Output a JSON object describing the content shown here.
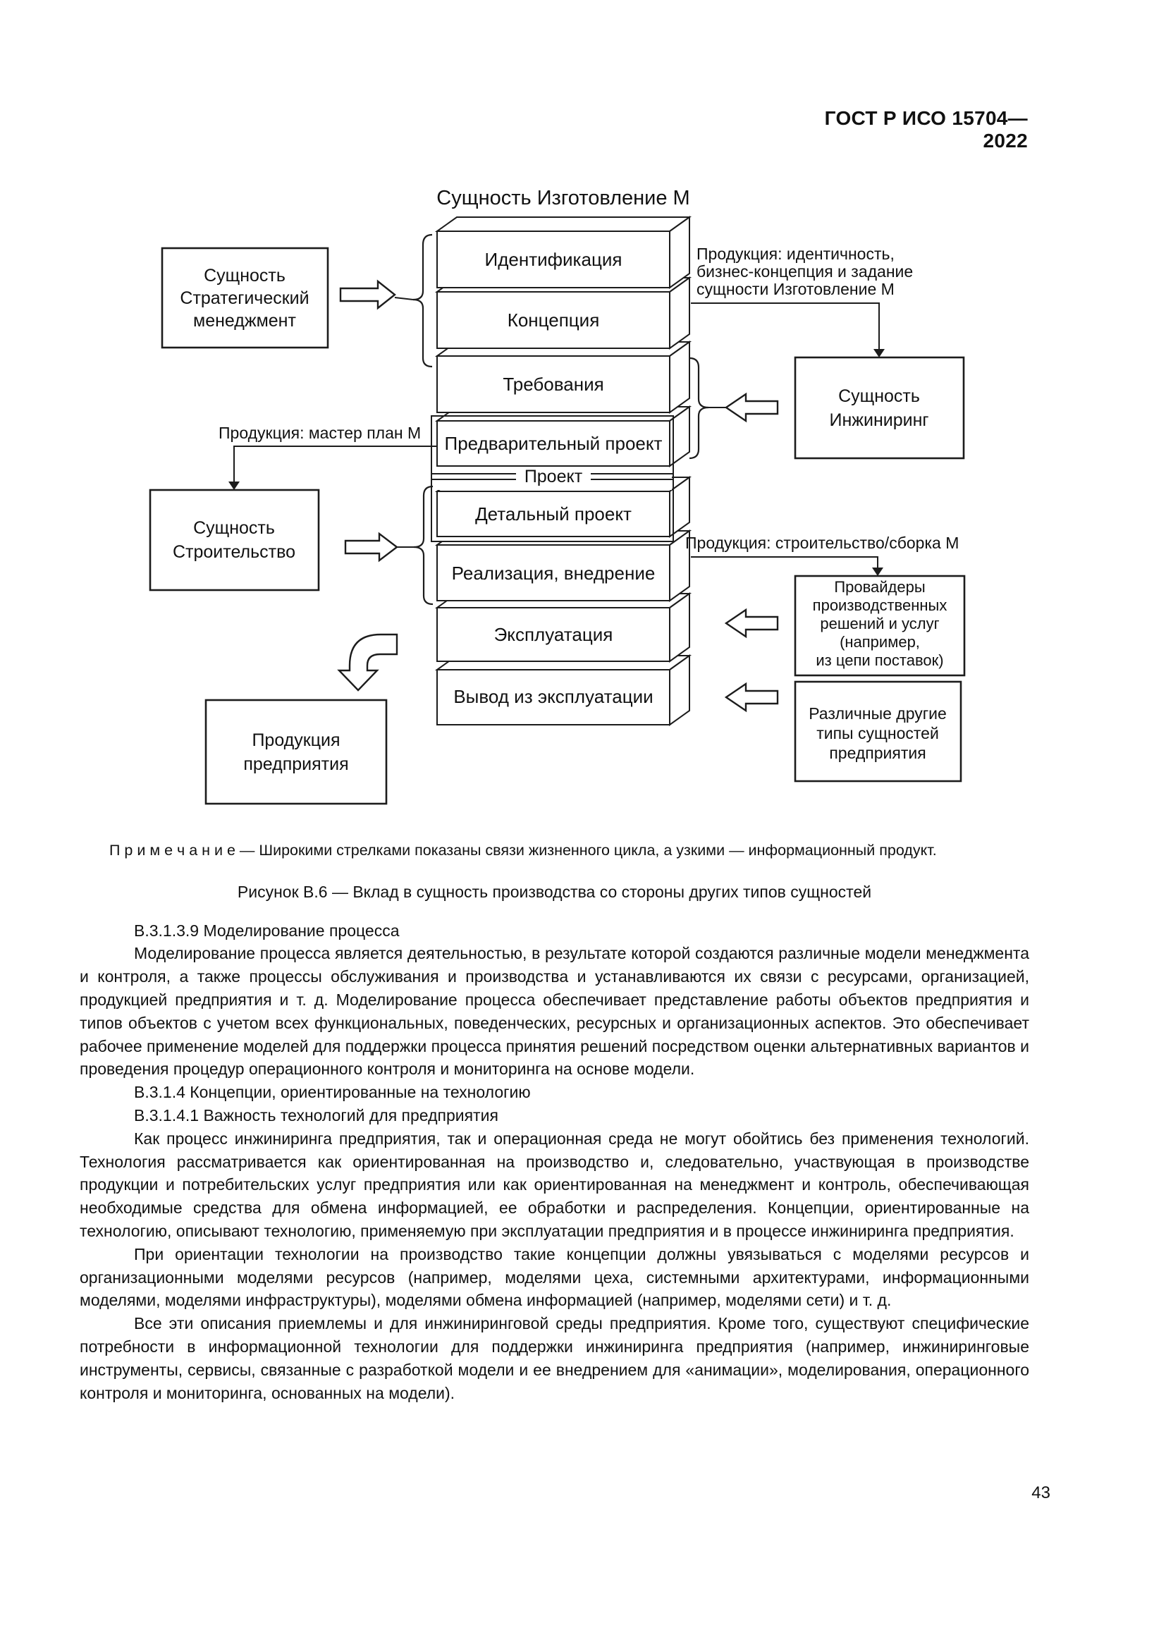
{
  "page": {
    "header": "ГОСТ Р ИСО 15704—2022",
    "page_number": "43"
  },
  "figure": {
    "title": "Сущность Изготовление М",
    "stack": [
      {
        "label": "Идентификация"
      },
      {
        "label": "Концепция"
      },
      {
        "label": "Требования"
      },
      {
        "label": "Предварительный проект"
      },
      {
        "label": "Детальный проект"
      },
      {
        "label": "Реализация, внедрение"
      },
      {
        "label": "Эксплуатация"
      },
      {
        "label": "Вывод из эксплуатации"
      }
    ],
    "project_label": "Проект",
    "left_boxes": {
      "strategic": {
        "line1": "Сущность",
        "line2": "Стратегический",
        "line3": "менеджмент"
      },
      "construction": {
        "line1": "Сущность",
        "line2": "Строительство"
      },
      "products": {
        "line1": "Продукция",
        "line2": "предприятия"
      }
    },
    "right_boxes": {
      "engineering": {
        "line1": "Сущность",
        "line2": "Инжиниринг"
      },
      "providers": {
        "line1": "Провайдеры",
        "line2": "производственных",
        "line3": "решений и услуг",
        "line4": "(например,",
        "line5": "из цепи поставок)"
      },
      "others": {
        "line1": "Различные другие",
        "line2": "типы сущностей",
        "line3": "предприятия"
      }
    },
    "annotations": {
      "identity_line1": "Продукция: идентичность,",
      "identity_line2": "бизнес-концепция и задание",
      "identity_line3": "сущности Изготовление М",
      "master_plan": "Продукция: мастер план М",
      "assembly": "Продукция: строительство/сборка М"
    }
  },
  "note": "П р и м е ч а н и е  — Широкими стрелками показаны связи жизненного цикла, а узкими — информационный продукт.",
  "caption": "Рисунок В.6 — Вклад в сущность производства со стороны других типов сущностей",
  "sections": [
    {
      "text": "В.3.1.3.9 Моделирование процесса"
    },
    {
      "text": "Моделирование процесса является деятельностью, в результате которой создаются различные модели менеджмента и контроля, а также процессы обслуживания и производства и устанавливаются их связи с ресурсами, организацией, продукцией предприятия и т. д. Моделирование процесса обеспечивает представление работы объектов предприятия и типов объектов с учетом всех функциональных, поведенческих, ресурсных и организационных аспектов. Это обеспечивает рабочее применение моделей для поддержки процесса принятия решений посредством оценки альтернативных вариантов и проведения процедур операционного контроля и мониторинга на основе модели."
    },
    {
      "text": "В.3.1.4 Концепции, ориентированные на технологию"
    },
    {
      "text": "В.3.1.4.1 Важность технологий для предприятия"
    },
    {
      "text": "Как процесс инжиниринга предприятия, так и операционная среда не могут обойтись без применения технологий. Технология рассматривается как ориентированная на производство и, следовательно, участвующая в производстве продукции и потребительских услуг предприятия или как ориентированная на менеджмент и контроль, обеспечивающая необходимые средства для обмена информацией, ее обработки и распределения. Концепции, ориентированные на технологию, описывают технологию, применяемую при эксплуатации предприятия и в процессе инжиниринга предприятия."
    },
    {
      "text": "При ориентации технологии на производство такие концепции должны увязываться с моделями ресурсов и организационными моделями ресурсов (например, моделями цеха, системными архитектурами, информационными моделями, моделями инфраструктуры), моделями обмена информацией (например, моделями сети) и т. д."
    },
    {
      "text": "Все эти описания приемлемы и для инжиниринговой среды предприятия. Кроме того, существуют специфические потребности в информационной технологии для поддержки инжиниринга предприятия (например, инжиниринговые инструменты, сервисы, связанные с разработкой модели и ее внедрением для «анимации», моделирования, операционного контроля и мониторинга, основанных на модели)."
    }
  ]
}
